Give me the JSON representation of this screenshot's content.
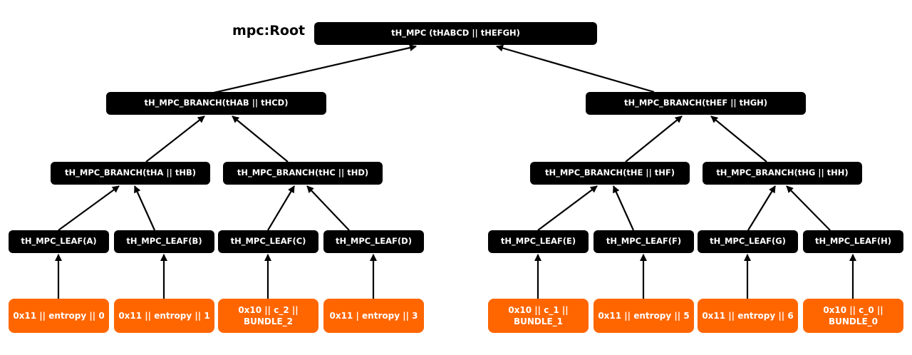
{
  "root_label": "mpc:Root",
  "root": "tH_MPC (tHABCD || tHEFGH)",
  "branches_l1": {
    "left": "tH_MPC_BRANCH(tHAB || tHCD)",
    "right": "tH_MPC_BRANCH(tHEF || tHGH)"
  },
  "branches_l2": {
    "ab": "tH_MPC_BRANCH(tHA || tHB)",
    "cd": "tH_MPC_BRANCH(tHC || tHD)",
    "ef": "tH_MPC_BRANCH(tHE || tHF)",
    "gh": "tH_MPC_BRANCH(tHG || tHH)"
  },
  "leaves": {
    "a": "tH_MPC_LEAF(A)",
    "b": "tH_MPC_LEAF(B)",
    "c": "tH_MPC_LEAF(C)",
    "d": "tH_MPC_LEAF(D)",
    "e": "tH_MPC_LEAF(E)",
    "f": "tH_MPC_LEAF(F)",
    "g": "tH_MPC_LEAF(G)",
    "h": "tH_MPC_LEAF(H)"
  },
  "inputs": {
    "a": "0x11 || entropy || 0",
    "b": "0x11 || entropy || 1",
    "c": "0x10 || c_2 ||\nBUNDLE_2",
    "d": "0x11 | entropy || 3",
    "e": "0x10 || c_1 ||\nBUNDLE_1",
    "f": "0x11 || entropy || 5",
    "g": "0x11 || entropy || 6",
    "h": "0x10 || c_0 ||\nBUNDLE_0"
  },
  "colors": {
    "node": "#000000",
    "input": "#ff6600",
    "arrow": "#000000"
  }
}
